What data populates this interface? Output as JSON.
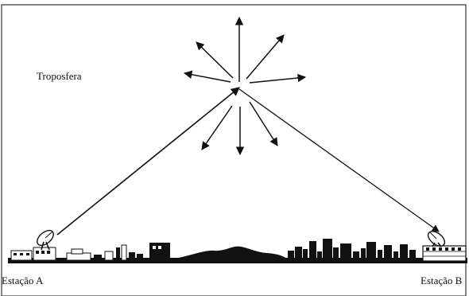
{
  "labels": {
    "troposphere": "Troposfera",
    "station_a": "Estação A",
    "station_b": "Estação B"
  },
  "colors": {
    "ink": "#111111",
    "frame": "#333333",
    "background": "#ffffff"
  }
}
